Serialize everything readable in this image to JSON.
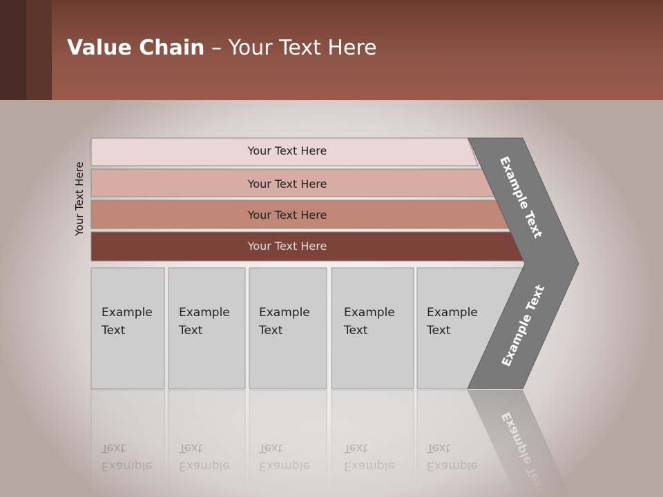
{
  "title": {
    "bold": "Value Chain",
    "rest": " – Your Text Here"
  },
  "y_axis_label": "Your Text Here",
  "bands": [
    {
      "label": "Your Text Here",
      "color": "#ead6d4"
    },
    {
      "label": "Your Text Here",
      "color": "#d6aca4"
    },
    {
      "label": "Your Text Here",
      "color": "#c08676"
    },
    {
      "label": "Your Text Here",
      "color": "#7b433a"
    }
  ],
  "boxes": [
    {
      "line1": "Example",
      "line2": "Text"
    },
    {
      "line1": "Example",
      "line2": "Text"
    },
    {
      "line1": "Example",
      "line2": "Text"
    },
    {
      "line1": "Example",
      "line2": "Text"
    },
    {
      "line1": "Example",
      "line2": "Text"
    }
  ],
  "arrow": {
    "upper_label": "Example Text",
    "lower_label": "Example Text"
  },
  "colors": {
    "header": "#8d5446",
    "box": "#cdcdcd",
    "arrow": "#7a7a7a"
  }
}
